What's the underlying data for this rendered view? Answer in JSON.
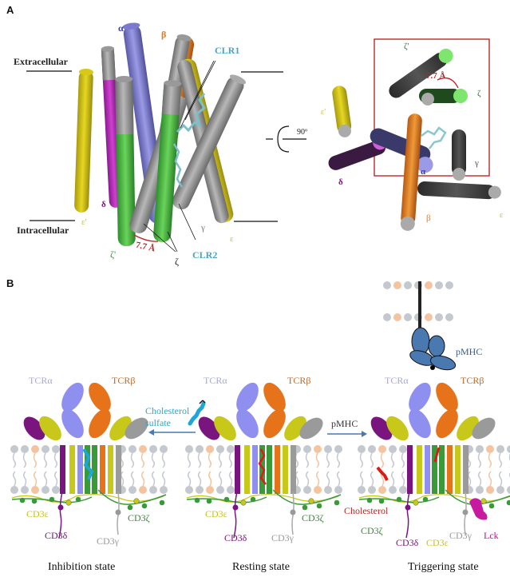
{
  "panel_a": {
    "letter": "A",
    "extracellular": "Extracellular",
    "intracellular": "Intracellular",
    "rotation": "90º",
    "side_view": {
      "helix_labels": {
        "alpha": "α",
        "beta": "β",
        "delta": "δ",
        "epsilon_prime": "ε'",
        "epsilon": "ε",
        "gamma": "γ",
        "zeta_prime": "ζ'",
        "zeta": "ζ"
      },
      "clr1": "CLR1",
      "clr2": "CLR2",
      "distance": "7.7 Å"
    },
    "top_view": {
      "helix_labels": {
        "zeta_prime": "ζ'",
        "zeta": "ζ",
        "epsilon_prime": "ε'",
        "delta": "δ",
        "alpha": "α",
        "gamma": "γ",
        "beta": "β",
        "epsilon": "ε"
      },
      "distance": "7.7 Å"
    }
  },
  "panel_b": {
    "letter": "B",
    "arrow_left_label_1": "Cholesterol",
    "arrow_left_label_2": "sulfate",
    "arrow_right_label": "pMHC",
    "states": [
      {
        "title": "Inhibition state",
        "tcra": "TCRα",
        "tcrb": "TCRβ",
        "cd3e": "CD3ε",
        "cd3d": "CD3δ",
        "cd3g": "CD3γ",
        "cd3z": "CD3ζ"
      },
      {
        "title": "Resting state",
        "tcra": "TCRα",
        "tcrb": "TCRβ",
        "cd3e": "CD3ε",
        "cd3d": "CD3δ",
        "cd3g": "CD3γ",
        "cd3z": "CD3ζ"
      },
      {
        "title": "Triggering state",
        "tcra": "TCRα",
        "tcrb": "TCRβ",
        "cd3e": "CD3ε",
        "cd3d": "CD3δ",
        "cd3g": "CD3γ",
        "cd3z": "CD3ζ",
        "pmhc": "pMHC",
        "cholesterol": "Cholesterol",
        "lck": "Lck"
      }
    ]
  },
  "colors": {
    "alpha": "#8f8ff0",
    "beta": "#e6721a",
    "delta": "#7a1580",
    "epsilon": "#c8c81a",
    "gamma": "#9a9a9a",
    "zeta": "#3a9a3a",
    "helix_gray": "#8a8a8a",
    "lipid": "#c4c8cf",
    "lipid_pink": "#f4c4a0",
    "cholesterol": "#e01818",
    "chol_sulfate": "#1ea6d8",
    "pmhc": "#4a78b0",
    "lck": "#c81aa0",
    "red_box": "#b81818",
    "arrow": "#4a78b0"
  }
}
